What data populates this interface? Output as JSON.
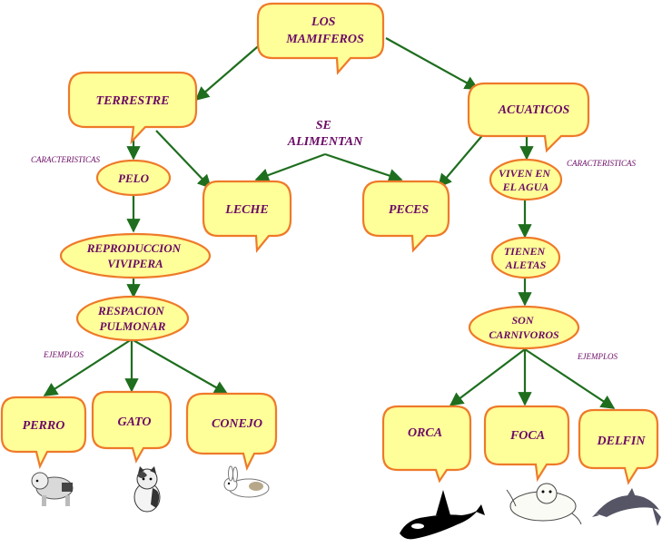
{
  "colors": {
    "node_fill": "#ffff99",
    "node_border": "#ee7a2a",
    "text": "#6b0a66",
    "arrow": "#1e6e1e"
  },
  "nodes": {
    "mamiferos": [
      "LOS",
      "MAMIFEROS"
    ],
    "terrestre": [
      "TERRESTRE"
    ],
    "acuaticos": [
      "ACUATICOS"
    ],
    "pelo": [
      "PELO"
    ],
    "leche": [
      "LECHE"
    ],
    "peces": [
      "PECES"
    ],
    "viven": [
      "VIVEN EN",
      "EL AGUA"
    ],
    "reproduccion": [
      "REPRODUCCION",
      "VIVIPERA"
    ],
    "aletas": [
      "TIENEN",
      "ALETAS"
    ],
    "respiracion": [
      "RESPACION",
      "PULMONAR"
    ],
    "carnivoros": [
      "SON",
      "CARNIVOROS"
    ],
    "perro": [
      "PERRO"
    ],
    "gato": [
      "GATO"
    ],
    "conejo": [
      "CONEJO"
    ],
    "orca": [
      "ORCA"
    ],
    "foca": [
      "FOCA"
    ],
    "delfin": [
      "DELFIN"
    ]
  },
  "labels": {
    "se_alimentan": [
      "SE",
      "ALIMENTAN"
    ],
    "caracteristicas_left": "CARACTERISTICAS",
    "caracteristicas_right": "CARACTERISTICAS",
    "ejemplos_left": "EJEMPLOS",
    "ejemplos_right": "EJEMPLOS"
  },
  "images": {
    "perro": "dog-picture",
    "gato": "cat-picture",
    "conejo": "rabbit-picture",
    "orca": "orca-picture",
    "foca": "seal-picture",
    "delfin": "dolphin-picture"
  }
}
